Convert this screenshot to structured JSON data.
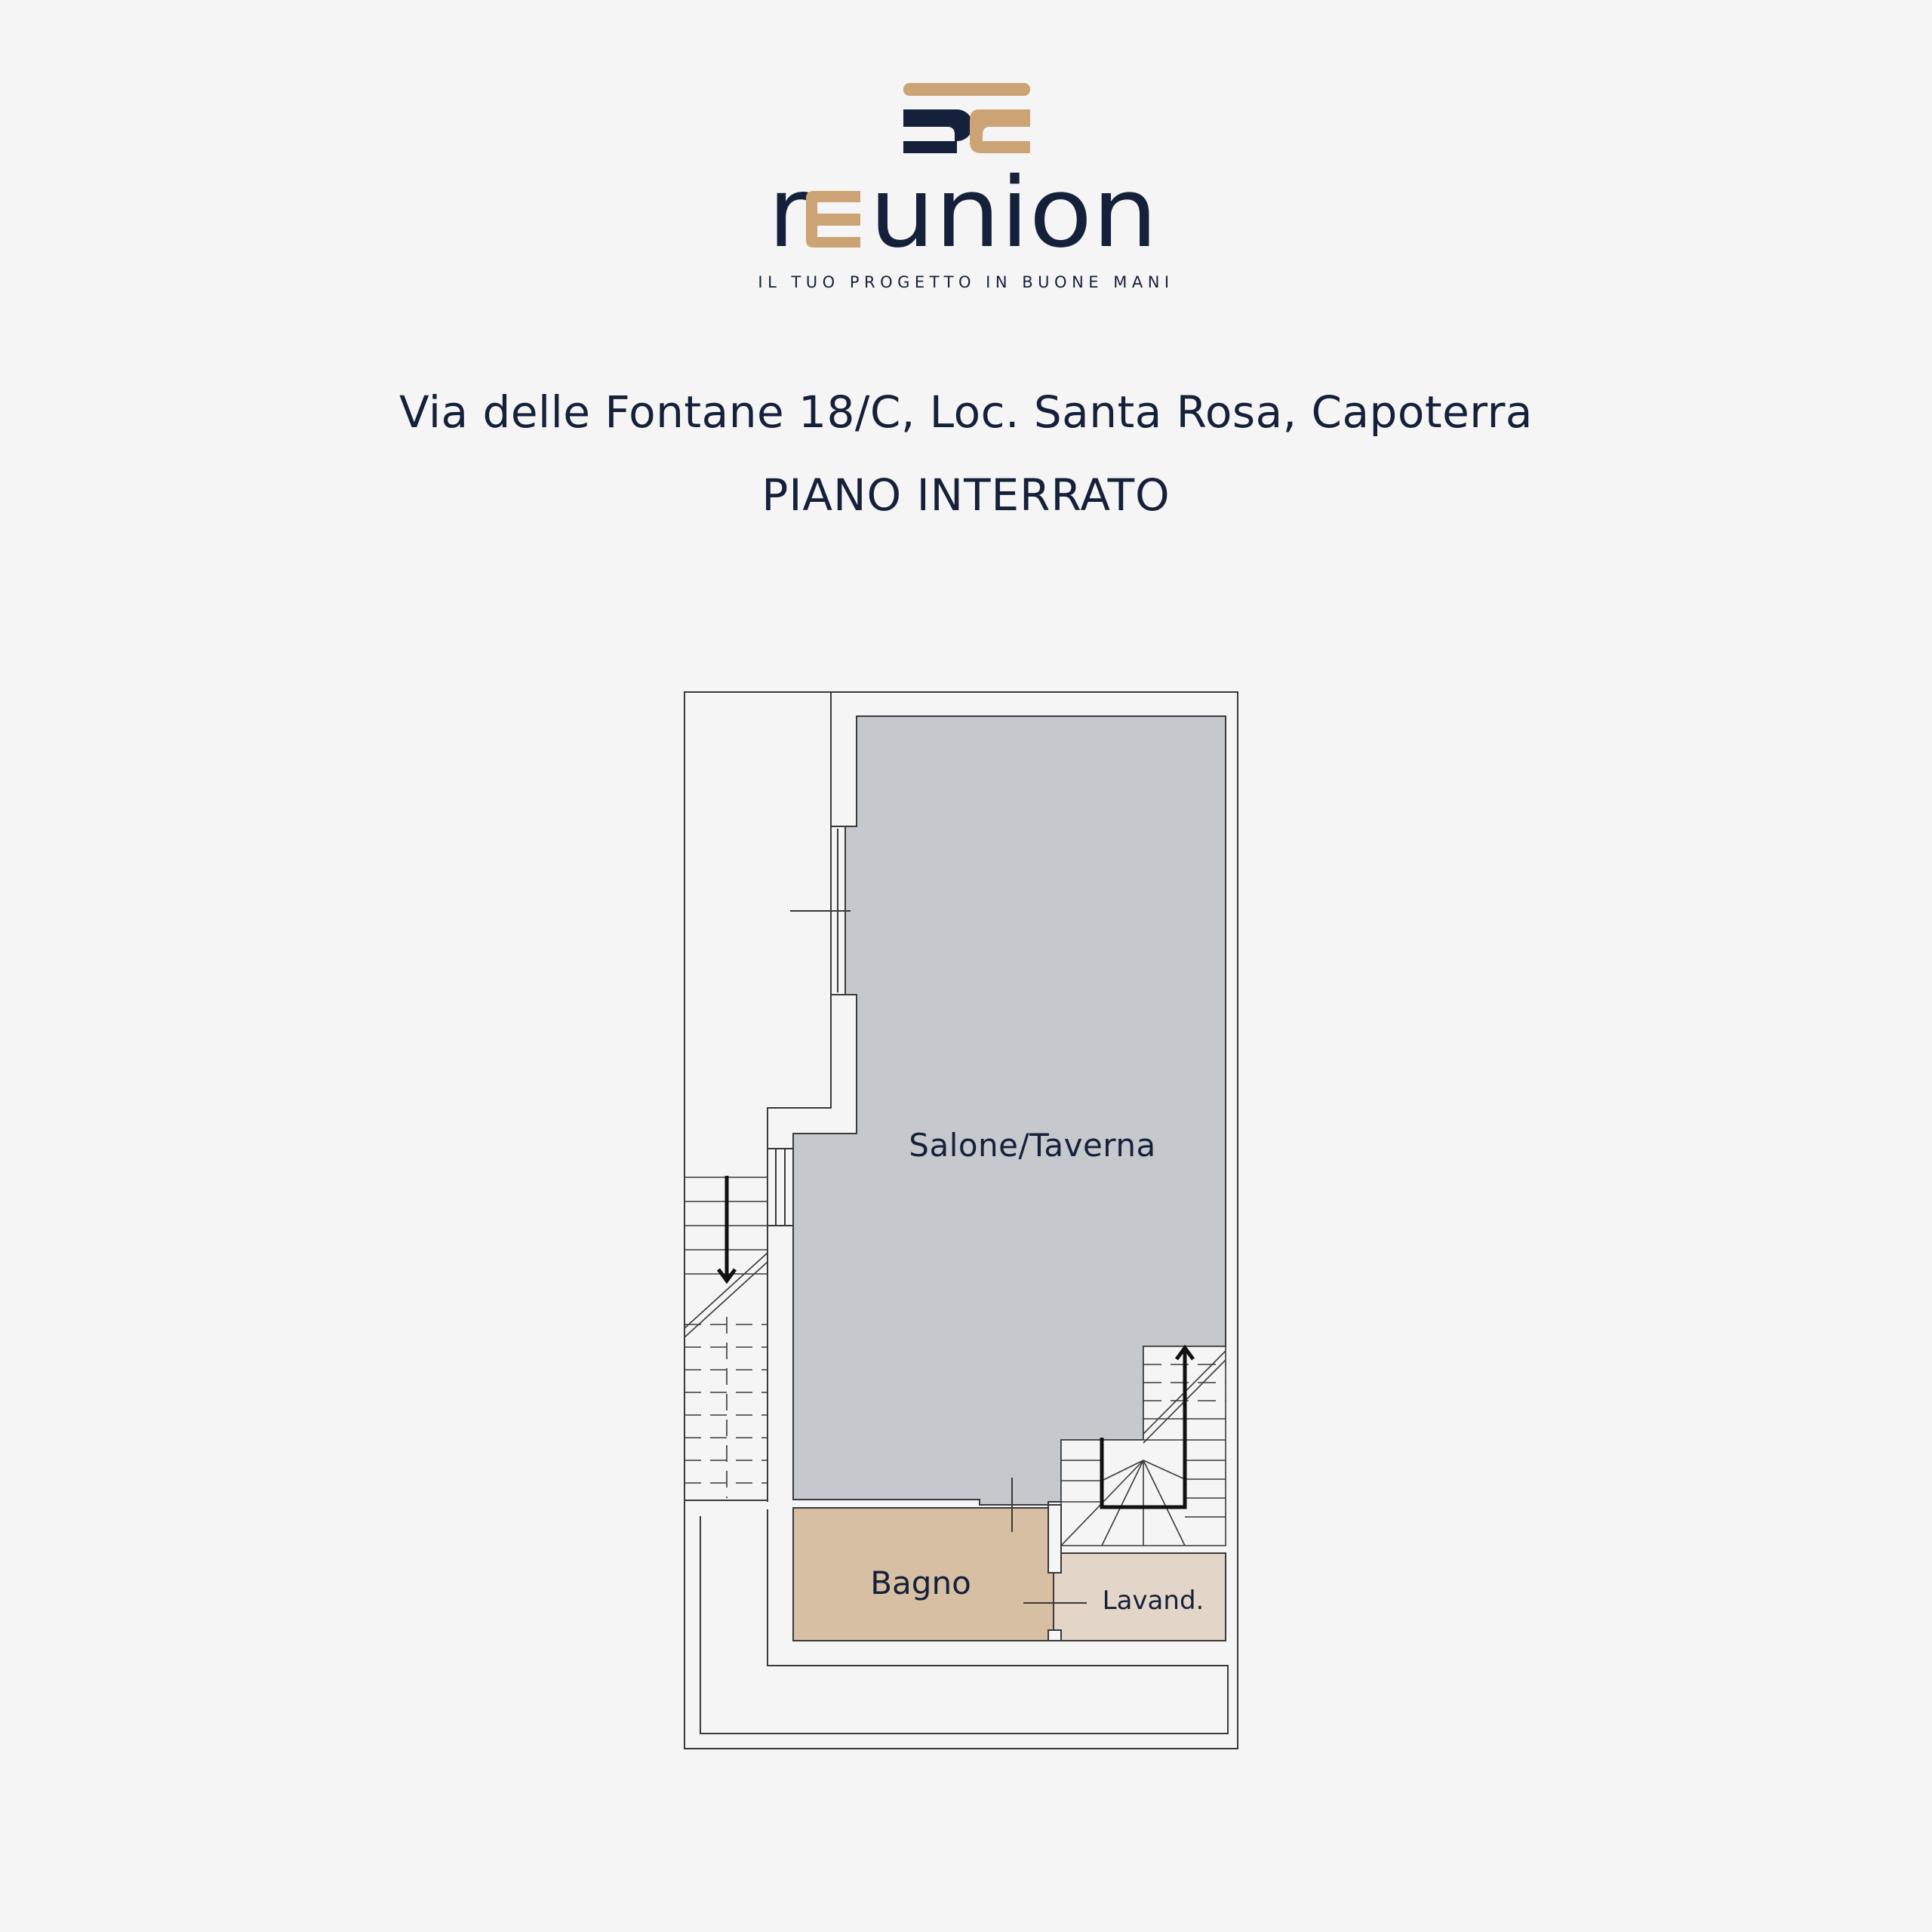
{
  "brand": {
    "name": "reunion",
    "tagline": "IL TUO PROGETTO IN BUONE MANI",
    "colors": {
      "navy": "#15213a",
      "gold": "#cba374"
    }
  },
  "property": {
    "address": "Via delle Fontane 18/C, Loc. Santa Rosa, Capoterra",
    "floor": "PIANO INTERRATO"
  },
  "rooms": {
    "salone": {
      "label": "Salone/Taverna",
      "color": "#c5c8cc"
    },
    "bagno": {
      "label": "Bagno",
      "color": "#d6bfa3"
    },
    "lavanderia": {
      "label": "Lavand.",
      "color": "#e3d5c7"
    }
  }
}
